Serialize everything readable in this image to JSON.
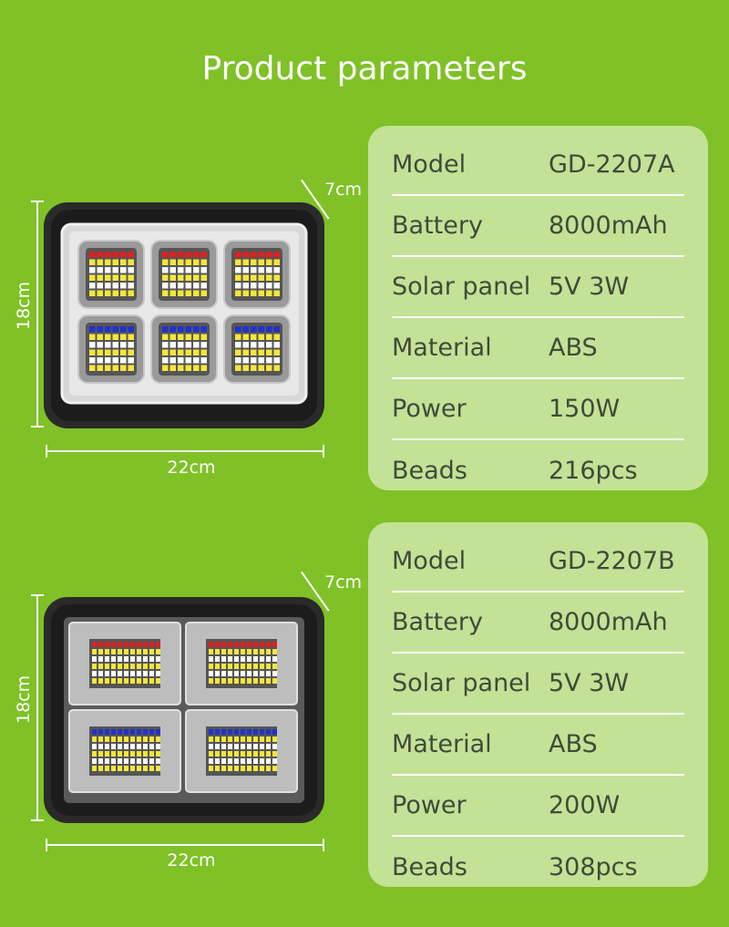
{
  "page": {
    "title": "Product parameters"
  },
  "colors": {
    "background": "#7fc127",
    "card": "#c3e296",
    "text": "#404a3a",
    "led_red": "#e02020",
    "led_blue": "#2030d0",
    "led_yellow": "#f5e63c"
  },
  "products": [
    {
      "dimensions": {
        "depth": "7cm",
        "height": "18cm",
        "width": "22cm"
      },
      "specs": [
        {
          "label": "Model",
          "value": "GD-2207A"
        },
        {
          "label": "Battery",
          "value": "8000mAh"
        },
        {
          "label": "Solar panel",
          "value": "5V 3W"
        },
        {
          "label": "Material",
          "value": "ABS"
        },
        {
          "label": "Power",
          "value": "150W"
        },
        {
          "label": "Beads",
          "value": "216pcs"
        }
      ]
    },
    {
      "dimensions": {
        "depth": "7cm",
        "height": "18cm",
        "width": "22cm"
      },
      "specs": [
        {
          "label": "Model",
          "value": "GD-2207B"
        },
        {
          "label": "Battery",
          "value": "8000mAh"
        },
        {
          "label": "Solar panel",
          "value": "5V 3W"
        },
        {
          "label": "Material",
          "value": "ABS"
        },
        {
          "label": "Power",
          "value": "200W"
        },
        {
          "label": "Beads",
          "value": "308pcs"
        }
      ]
    }
  ]
}
